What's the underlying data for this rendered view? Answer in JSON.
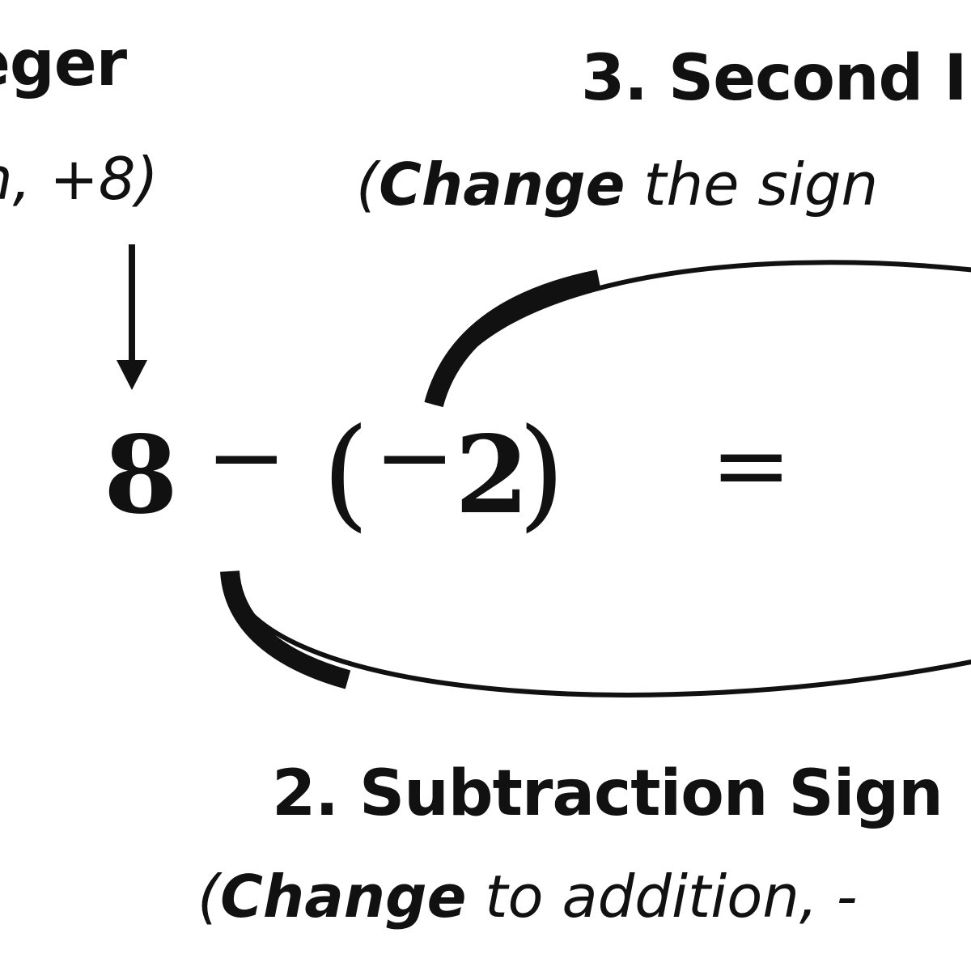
{
  "labels": {
    "first": {
      "heading": "eger",
      "sub": "n, +8)"
    },
    "third": {
      "heading": "3. Second I",
      "sub_bold": "Change",
      "sub_rest": " the sign"
    },
    "second": {
      "heading": "2. Subtraction Sign",
      "sub_bold": "Change",
      "sub_rest": " to addition, -"
    }
  },
  "expression": {
    "first_number": "8",
    "operator": "−",
    "open_paren": "(",
    "negative_sign": "−",
    "second_number": "2",
    "close_paren": ")",
    "equals": "="
  },
  "colors": {
    "ink": "#111111",
    "background": "#ffffff"
  }
}
